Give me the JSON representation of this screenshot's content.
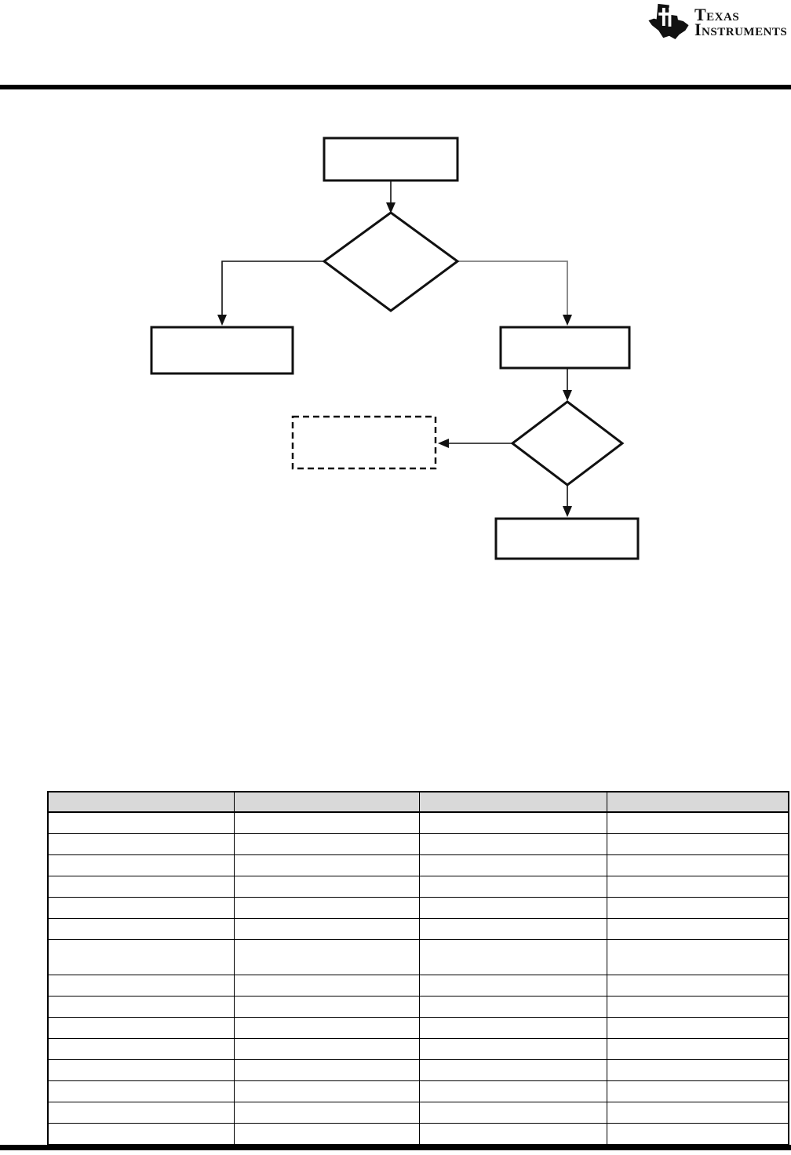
{
  "header": {
    "logo": {
      "brand_line1": "Texas",
      "brand_line2": "Instruments",
      "glyph": "texas-state-map-with-ti"
    },
    "rule_color": "#000000"
  },
  "flowchart": {
    "nodes": [
      {
        "id": "top-process-box",
        "shape": "rect",
        "label": ""
      },
      {
        "id": "decision-1",
        "shape": "diamond",
        "label": ""
      },
      {
        "id": "left-result-box",
        "shape": "rect",
        "label": ""
      },
      {
        "id": "right-process-box",
        "shape": "rect",
        "label": ""
      },
      {
        "id": "decision-2",
        "shape": "diamond",
        "label": ""
      },
      {
        "id": "dashed-optional-box",
        "shape": "dashed-rect",
        "label": ""
      },
      {
        "id": "bottom-result-box",
        "shape": "rect",
        "label": ""
      }
    ],
    "edges": [
      {
        "from": "top-process-box",
        "to": "decision-1"
      },
      {
        "from": "decision-1",
        "to": "left-result-box"
      },
      {
        "from": "decision-1",
        "to": "right-process-box"
      },
      {
        "from": "right-process-box",
        "to": "decision-2"
      },
      {
        "from": "decision-2",
        "to": "dashed-optional-box"
      },
      {
        "from": "decision-2",
        "to": "bottom-result-box"
      }
    ],
    "connector_colors": {
      "default": "#111111",
      "right_branch": "#7f7f7f"
    }
  },
  "table": {
    "header_fill": "#d9d9d9",
    "columns": [
      "",
      "",
      "",
      ""
    ],
    "tall_row_index": 6,
    "rows": [
      [
        "",
        "",
        "",
        ""
      ],
      [
        "",
        "",
        "",
        ""
      ],
      [
        "",
        "",
        "",
        ""
      ],
      [
        "",
        "",
        "",
        ""
      ],
      [
        "",
        "",
        "",
        ""
      ],
      [
        "",
        "",
        "",
        ""
      ],
      [
        "",
        "",
        "",
        ""
      ],
      [
        "",
        "",
        "",
        ""
      ],
      [
        "",
        "",
        "",
        ""
      ],
      [
        "",
        "",
        "",
        ""
      ],
      [
        "",
        "",
        "",
        ""
      ],
      [
        "",
        "",
        "",
        ""
      ],
      [
        "",
        "",
        "",
        ""
      ],
      [
        "",
        "",
        "",
        ""
      ],
      [
        "",
        "",
        "",
        ""
      ]
    ]
  },
  "footer": {
    "rule_color": "#000000"
  }
}
